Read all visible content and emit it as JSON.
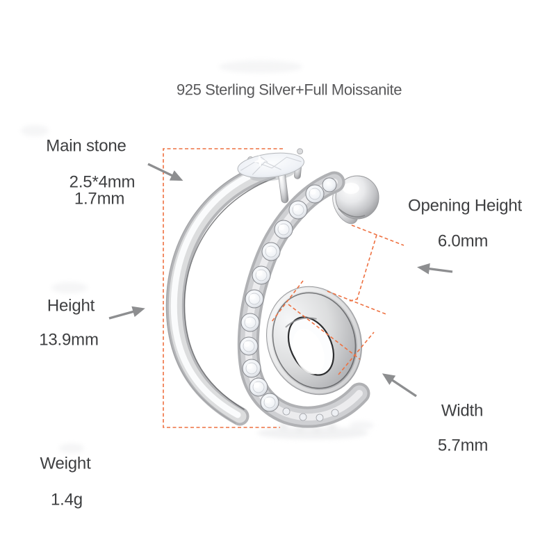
{
  "title": "925 Sterling Silver+Full Moissanite",
  "annotations": {
    "main_stone": {
      "label": "Main stone",
      "value_line1": "2.5*4mm",
      "value_line2": "1.7mm"
    },
    "opening_height": {
      "label": "Opening Height",
      "value": "6.0mm"
    },
    "height": {
      "label": "Height",
      "value": "13.9mm"
    },
    "width": {
      "label": "Width",
      "value": "5.7mm"
    },
    "weight": {
      "label": "Weight",
      "value": "1.4g"
    }
  },
  "colors": {
    "background": "#ffffff",
    "title_text": "#58585a",
    "label_text": "#3e3f41",
    "dashed_measure_line": "#ee7040",
    "arrow": "#8d8e90",
    "metal_highlight": "#fafbfc",
    "metal_mid": "#c6c7ca",
    "metal_shadow": "#939497",
    "stone_fill": "#eef1f5"
  },
  "graphics": {
    "product": "silver spiral ear cuff with pave moissanite row, round end ball and oval main stone",
    "arrows": [
      "main-stone-arrow",
      "height-arrow",
      "opening-height-arrow",
      "width-arrow"
    ],
    "dimension_guides": [
      "height-bracket",
      "opening-height-guides",
      "width-guides"
    ]
  }
}
